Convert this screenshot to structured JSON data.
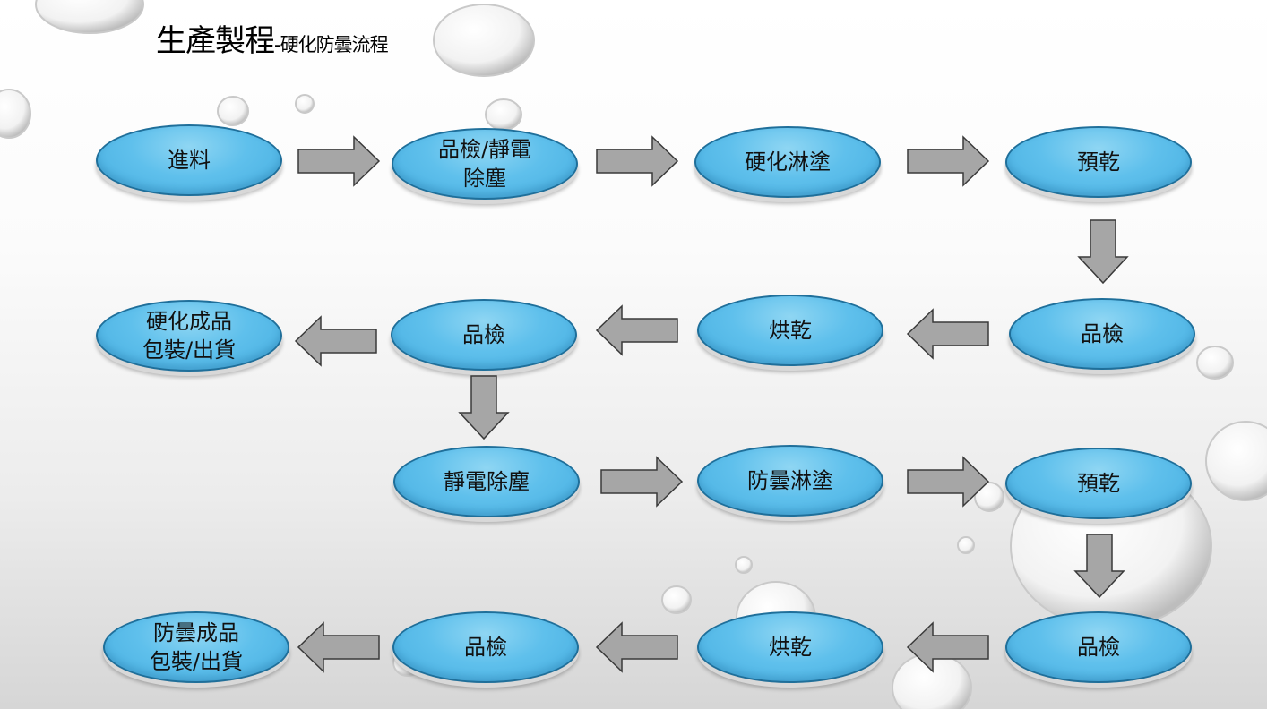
{
  "title": {
    "main": "生產製程",
    "separator": "-",
    "sub": "硬化防曇流程"
  },
  "nodes": {
    "r1": [
      "進料",
      "品檢/靜電\n除塵",
      "硬化淋塗",
      "預乾"
    ],
    "r2": [
      "硬化成品\n包裝/出貨",
      "品檢",
      "烘乾",
      "品檢"
    ],
    "r3": [
      "靜電除塵",
      "防曇淋塗",
      "預乾"
    ],
    "r4": [
      "防曇成品\n包裝/出貨",
      "品檢",
      "烘乾",
      "品檢"
    ]
  },
  "colors": {
    "node_fill": "#5fc0ec",
    "node_border": "#1f6f9a",
    "arrow_fill": "#a6a6a6",
    "arrow_stroke": "#3a3a3a"
  }
}
